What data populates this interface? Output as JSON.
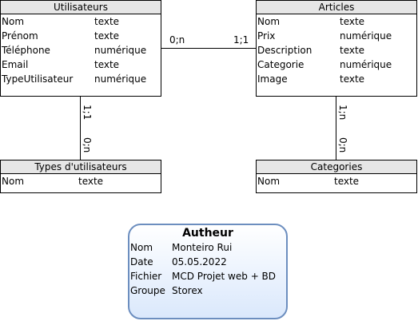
{
  "entities": {
    "utilisateurs": {
      "title": "Utilisateurs",
      "fields": [
        {
          "name": "Nom",
          "type": "texte"
        },
        {
          "name": "Prénom",
          "type": "texte"
        },
        {
          "name": "Téléphone",
          "type": "numérique"
        },
        {
          "name": "Email",
          "type": "texte"
        },
        {
          "name": "TypeUtilisateur",
          "type": "numérique"
        }
      ]
    },
    "articles": {
      "title": "Articles",
      "fields": [
        {
          "name": "Nom",
          "type": "texte"
        },
        {
          "name": "Prix",
          "type": "numérique"
        },
        {
          "name": "Description",
          "type": "texte"
        },
        {
          "name": "Categorie",
          "type": "numérique"
        },
        {
          "name": "Image",
          "type": "texte"
        }
      ]
    },
    "types": {
      "title": "Types d'utilisateurs",
      "fields": [
        {
          "name": "Nom",
          "type": "texte"
        }
      ]
    },
    "categories": {
      "title": "Categories",
      "fields": [
        {
          "name": "Nom",
          "type": "texte"
        }
      ]
    }
  },
  "relations": {
    "utilisateurs_articles": {
      "left": "0;n",
      "right": "1;1"
    },
    "utilisateurs_types": {
      "top": "1;1",
      "bottom": "0;n"
    },
    "articles_categories": {
      "top": "1;n",
      "bottom": "0;n"
    }
  },
  "author": {
    "title": "Autheur",
    "rows": [
      {
        "label": "Nom",
        "value": "Monteiro Rui"
      },
      {
        "label": "Date",
        "value": "05.05.2022"
      },
      {
        "label": "Fichier",
        "value": "MCD Projet web + BD"
      },
      {
        "label": "Groupe",
        "value": "Storex"
      }
    ]
  },
  "colors": {
    "header_fill": "#e6e6e6",
    "author_border": "#6c8ebf",
    "author_fill": "#dae8fc"
  }
}
